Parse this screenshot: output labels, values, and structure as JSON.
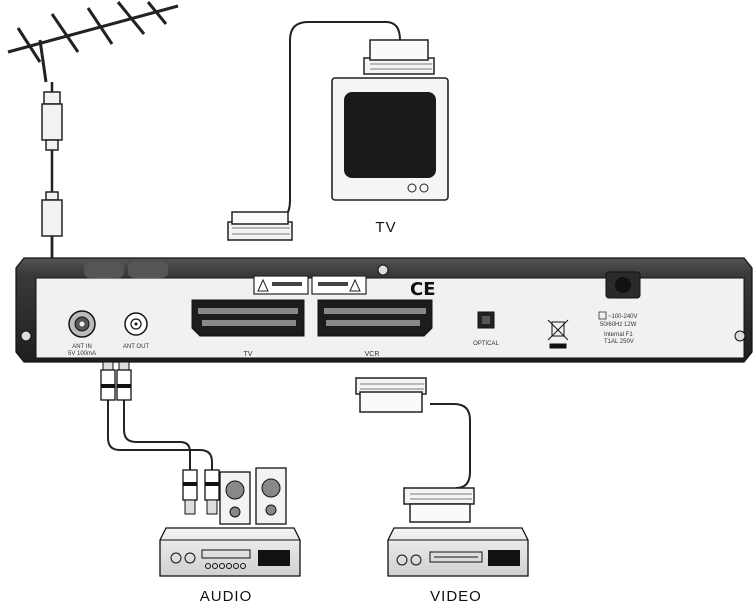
{
  "labels": {
    "tv": "TV",
    "audio": "AUDIO",
    "video": "VIDEO",
    "ce_mark": "CE"
  },
  "receiver": {
    "ant_in_line1": "ANT IN",
    "ant_in_line2": "5V 100mA",
    "ant_out": "ANT OUT",
    "scart_tv": "TV",
    "scart_vcr": "VCR",
    "optical": "OPTICAL",
    "power_line1": "~100-240V",
    "power_line2": "50/60Hz 12W",
    "power_line3": "Internal F1",
    "power_line4": "T1AL 250V"
  },
  "colors": {
    "panel": "#2f2f2f",
    "panel_edge": "#1a1a1a",
    "cable": "#222222",
    "device": "#e6e6e6"
  }
}
